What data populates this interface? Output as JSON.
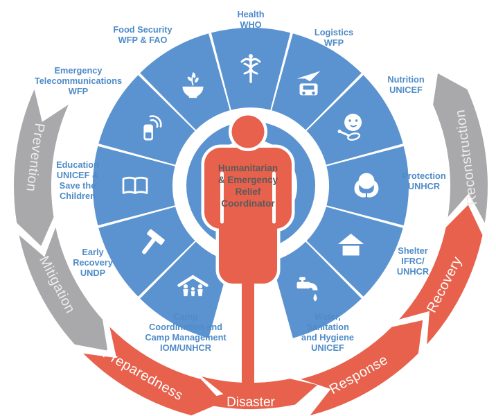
{
  "diagram": {
    "center_label": {
      "lines": [
        "Humanitarian",
        "& Emergency",
        "Relief",
        "Coordinator"
      ]
    },
    "clusters": [
      {
        "id": "health",
        "label_lines": [
          "Health",
          "WHO"
        ],
        "icon": "caduceus-icon"
      },
      {
        "id": "logistics",
        "label_lines": [
          "Logistics",
          "WFP"
        ],
        "icon": "truck-plane-icon"
      },
      {
        "id": "nutrition",
        "label_lines": [
          "Nutrition",
          "UNICEF"
        ],
        "icon": "baby-spoon-icon"
      },
      {
        "id": "protection",
        "label_lines": [
          "Protection",
          "UNHCR"
        ],
        "icon": "hands-person-icon"
      },
      {
        "id": "shelter",
        "label_lines": [
          "Shelter",
          "IFRC/",
          "UNHCR"
        ],
        "icon": "house-icon"
      },
      {
        "id": "wash",
        "label_lines": [
          "Water,",
          "Sanitation",
          "and Hygiene",
          "UNICEF"
        ],
        "icon": "faucet-drop-icon"
      },
      {
        "id": "cccm",
        "label_lines": [
          "Camp",
          "Coordination and",
          "Camp Management",
          "IOM/UNHCR"
        ],
        "icon": "family-roof-icon"
      },
      {
        "id": "early-recovery",
        "label_lines": [
          "Early",
          "Recovery",
          "UNDP"
        ],
        "icon": "hammer-icon"
      },
      {
        "id": "education",
        "label_lines": [
          "Education",
          "UNICEF &",
          "Save the",
          "Children"
        ],
        "icon": "open-book-icon"
      },
      {
        "id": "emergency-telecom",
        "label_lines": [
          "Emergency",
          "Telecommunications",
          "WFP"
        ],
        "icon": "phone-signal-icon"
      },
      {
        "id": "food-security",
        "label_lines": [
          "Food Security",
          "WFP & FAO"
        ],
        "icon": "bowl-wheat-icon"
      }
    ],
    "cycle": [
      {
        "id": "prevention",
        "label": "Prevention",
        "phase_color": "gray"
      },
      {
        "id": "mitigation",
        "label": "Mitigation",
        "phase_color": "gray"
      },
      {
        "id": "preparedness",
        "label": "Preparedness",
        "phase_color": "orange"
      },
      {
        "id": "disaster",
        "label": "Disaster",
        "phase_color": "orange"
      },
      {
        "id": "response",
        "label": "Response",
        "phase_color": "orange"
      },
      {
        "id": "recovery",
        "label": "Recovery",
        "phase_color": "orange"
      },
      {
        "id": "reconstruction",
        "label": "Reconstruction",
        "phase_color": "gray"
      }
    ],
    "colors": {
      "sector_blue": "#5B93D0",
      "label_blue": "#4E8BC8",
      "orange": "#E7614C",
      "gray": "#A9A9AB",
      "gray_arrow_text": "#ECECEC",
      "white": "#FFFFFF",
      "center_text": "#5A5A5C"
    }
  }
}
